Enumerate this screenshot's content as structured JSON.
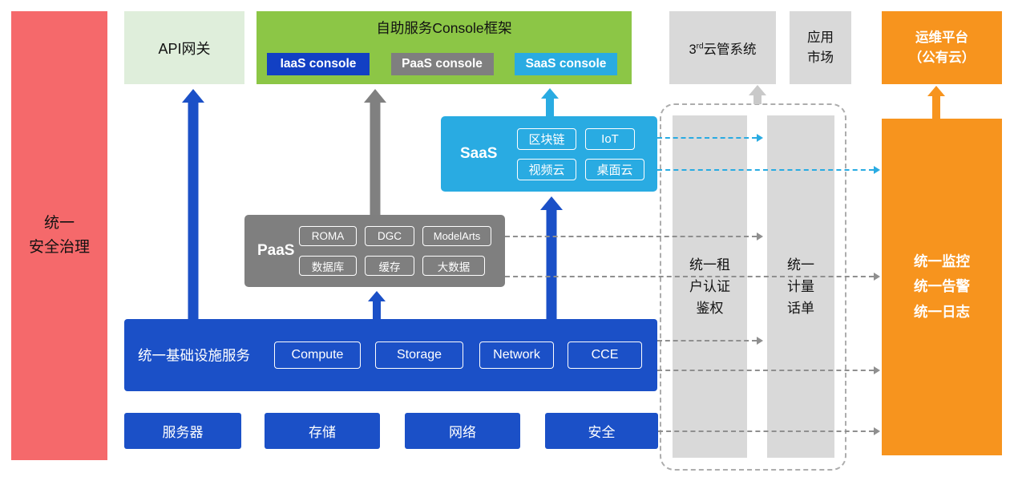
{
  "colors": {
    "primary_blue": "#1B50C7",
    "iaas_chip_blue": "#1240C4",
    "cyan": "#29ABE2",
    "gray": "#7F7F7F",
    "green": "#8CC646",
    "light_green": "#DFEEDB",
    "red": "#F5696B",
    "orange": "#F7941E",
    "light_gray": "#D9D9D9"
  },
  "security_bar": {
    "label": "统一\n安全治理"
  },
  "api_gateway": {
    "label": "API网关"
  },
  "console_framework": {
    "title": "自助服务Console框架",
    "iaas_label": "IaaS console",
    "paas_label": "PaaS console",
    "saas_label": "SaaS console"
  },
  "third_party_cms": {
    "base": "3",
    "sup": "rd",
    "rest": "云管系统"
  },
  "app_market": {
    "label": "应用\n市场"
  },
  "ops_platform": {
    "label": "运维平台\n（公有云）"
  },
  "saas": {
    "label": "SaaS",
    "items": [
      "区块链",
      "IoT",
      "视频云",
      "桌面云"
    ]
  },
  "paas": {
    "label": "PaaS",
    "items": [
      "ROMA",
      "DGC",
      "ModelArts",
      "数据库",
      "缓存",
      "大数据"
    ]
  },
  "iaas": {
    "label": "统一基础设施服务",
    "items": [
      "Compute",
      "Storage",
      "Network",
      "CCE"
    ]
  },
  "hardware": {
    "items": [
      "服务器",
      "存储",
      "网络",
      "安全"
    ]
  },
  "auth_bar": {
    "label": "统一租\n户认证\n鉴权"
  },
  "billing_bar": {
    "label": "统一\n计量\n话单"
  },
  "monitor_panel": {
    "label": "统一监控\n统一告警\n统一日志"
  }
}
